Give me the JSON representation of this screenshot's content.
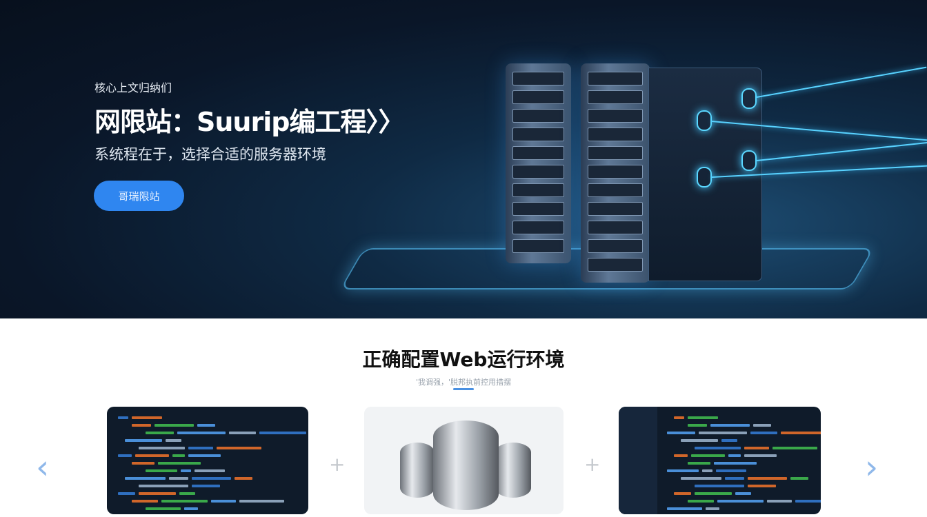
{
  "hero": {
    "eyebrow": "核心上文归纳们",
    "title": "网限站：Suu​rip编工程〉〉",
    "subtitle": "系统程在于，选择合适的服务器环境",
    "cta_label": "哥瑞限站"
  },
  "section": {
    "title": "正确配置Web运行环境",
    "subtitle": "'我调强，'脱邦执前控用措摆"
  },
  "carousel": {
    "prev_icon": "chevron-left-icon",
    "next_icon": "chevron-right-icon",
    "separator": "+",
    "cards": [
      "code-editor-screenshot",
      "database-cylinders-image",
      "code-ide-screenshot"
    ]
  },
  "colors": {
    "accent": "#2f86f0",
    "hero_bg": "#0a1628",
    "glow": "#5bd7ff"
  }
}
